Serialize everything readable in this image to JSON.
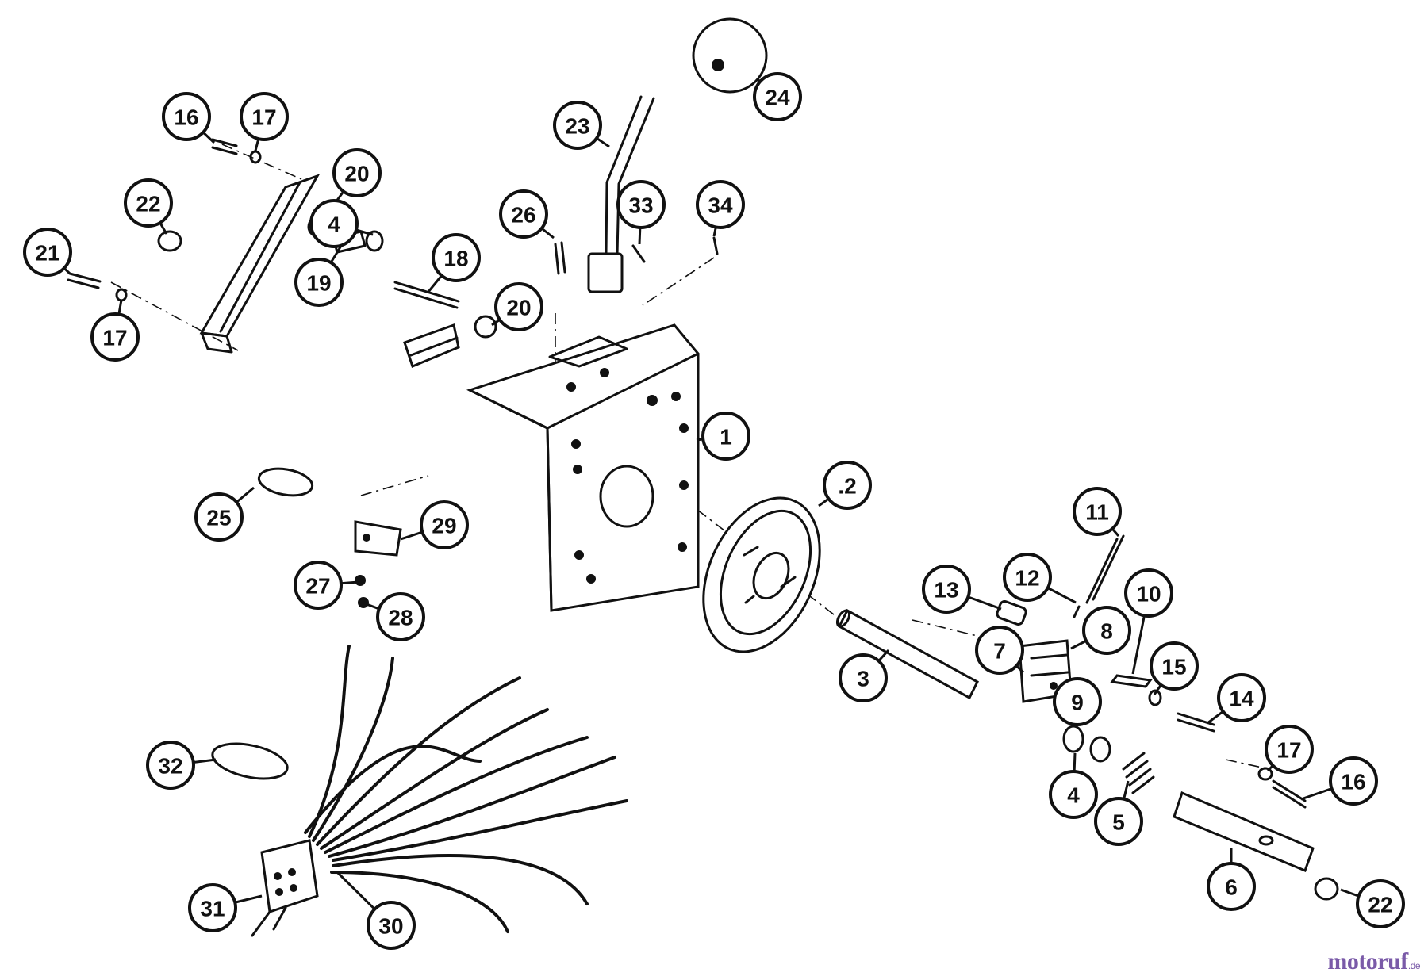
{
  "callouts": [
    {
      "label": "1"
    },
    {
      "label": ".2"
    },
    {
      "label": "3"
    },
    {
      "label": "4"
    },
    {
      "label": "4"
    },
    {
      "label": "5"
    },
    {
      "label": "6"
    },
    {
      "label": "7"
    },
    {
      "label": "8"
    },
    {
      "label": "9"
    },
    {
      "label": "10"
    },
    {
      "label": "11"
    },
    {
      "label": "12"
    },
    {
      "label": "13"
    },
    {
      "label": "14"
    },
    {
      "label": "15"
    },
    {
      "label": "16"
    },
    {
      "label": "16"
    },
    {
      "label": "17"
    },
    {
      "label": "17"
    },
    {
      "label": "17"
    },
    {
      "label": "18"
    },
    {
      "label": "19"
    },
    {
      "label": "20"
    },
    {
      "label": "20"
    },
    {
      "label": "21"
    },
    {
      "label": "22"
    },
    {
      "label": "22"
    },
    {
      "label": "23"
    },
    {
      "label": "24"
    },
    {
      "label": "25"
    },
    {
      "label": "26"
    },
    {
      "label": "27"
    },
    {
      "label": "28"
    },
    {
      "label": "29"
    },
    {
      "label": "30"
    },
    {
      "label": "31"
    },
    {
      "label": "32"
    },
    {
      "label": "33"
    },
    {
      "label": "34"
    }
  ],
  "watermark": {
    "main": "motoruf",
    "suffix": ".de"
  }
}
